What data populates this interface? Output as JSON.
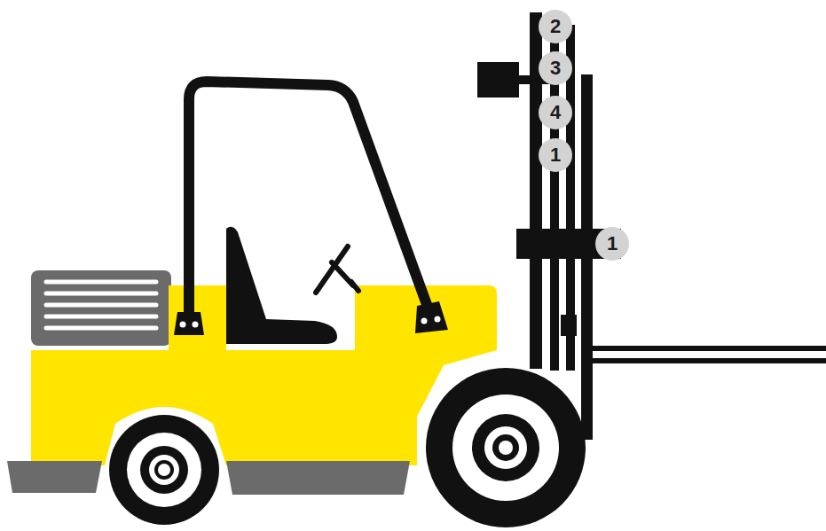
{
  "diagram": {
    "labels": [
      "2",
      "3",
      "4",
      "1",
      "1"
    ]
  }
}
